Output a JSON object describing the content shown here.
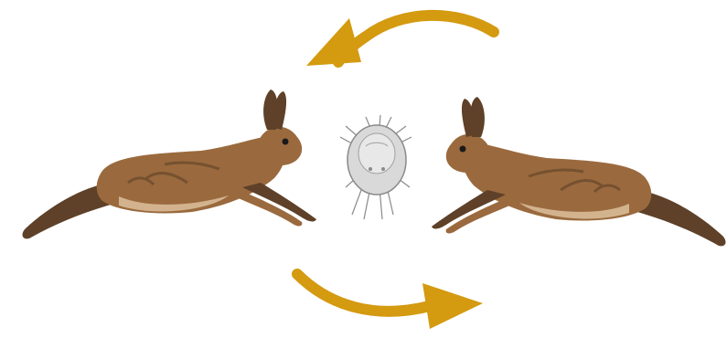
{
  "diagram": {
    "type": "transmission-cycle",
    "nodes": [
      {
        "id": "hare-left",
        "icon": "running-hare-icon",
        "facing": "right"
      },
      {
        "id": "mite",
        "icon": "mite-icon"
      },
      {
        "id": "hare-right",
        "icon": "running-hare-icon",
        "facing": "left"
      }
    ],
    "edges": [
      {
        "from": "hare-right",
        "to": "hare-left",
        "icon": "curved-arrow-left-icon"
      },
      {
        "from": "hare-left",
        "to": "hare-right",
        "icon": "curved-arrow-right-icon"
      }
    ],
    "colors": {
      "arrow": "#D49A10",
      "hare_fur": "#9A6A3E",
      "hare_dark": "#5E4128",
      "hare_light": "#D2B38E",
      "mite_body": "#D9D9D9",
      "mite_outline": "#8A8A8A",
      "background": "#FFFFFF"
    }
  }
}
